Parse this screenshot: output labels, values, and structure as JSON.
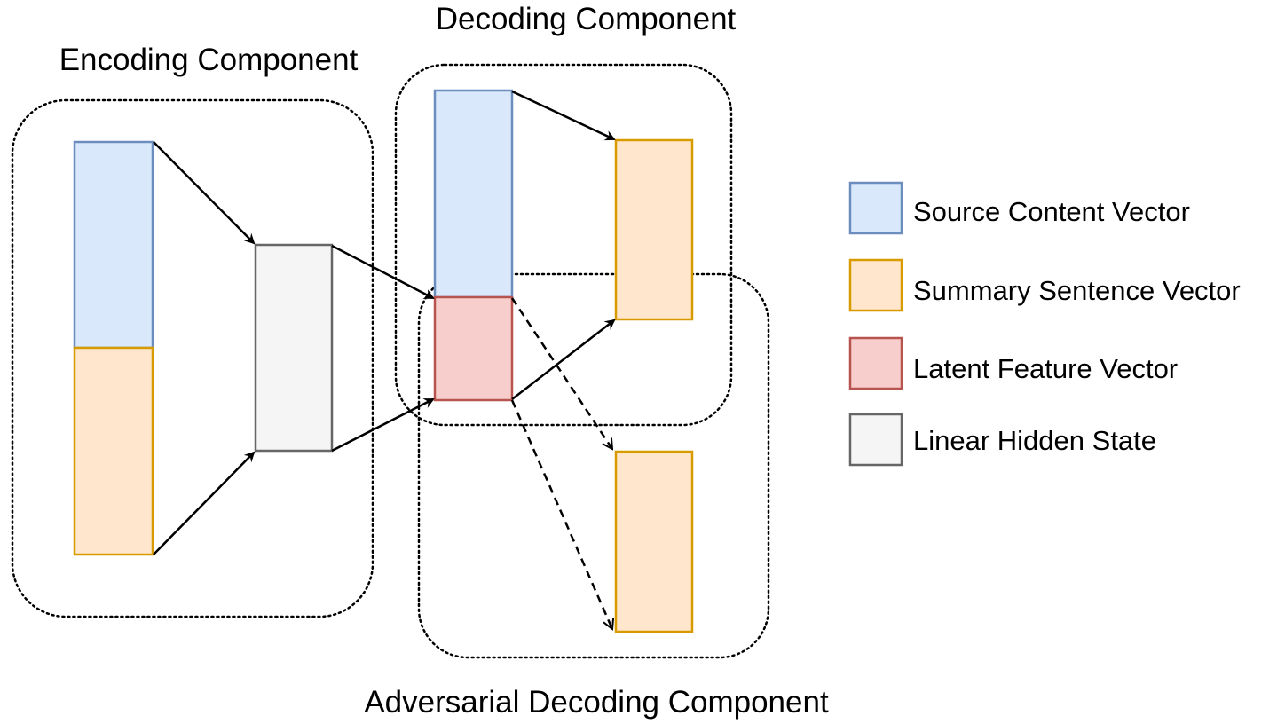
{
  "titles": {
    "encoding": "Encoding Component",
    "decoding": "Decoding Component",
    "adversarial": "Adversarial Decoding Component"
  },
  "legend": [
    {
      "label": "Source Content Vector",
      "fill": "#dae8fc",
      "stroke": "#6c8ebf"
    },
    {
      "label": "Summary Sentence Vector",
      "fill": "#ffe6cc",
      "stroke": "#d79b00"
    },
    {
      "label": "Latent Feature Vector",
      "fill": "#f8cecc",
      "stroke": "#b85450"
    },
    {
      "label": "Linear Hidden State",
      "fill": "#f5f5f5",
      "stroke": "#666666"
    }
  ],
  "colors": {
    "source": "#dae8fc",
    "source_stroke": "#6c8ebf",
    "summary": "#ffe6cc",
    "summary_stroke": "#d79b00",
    "latent": "#f8cecc",
    "latent_stroke": "#b85450",
    "hidden": "#f5f5f5",
    "hidden_stroke": "#666666"
  }
}
